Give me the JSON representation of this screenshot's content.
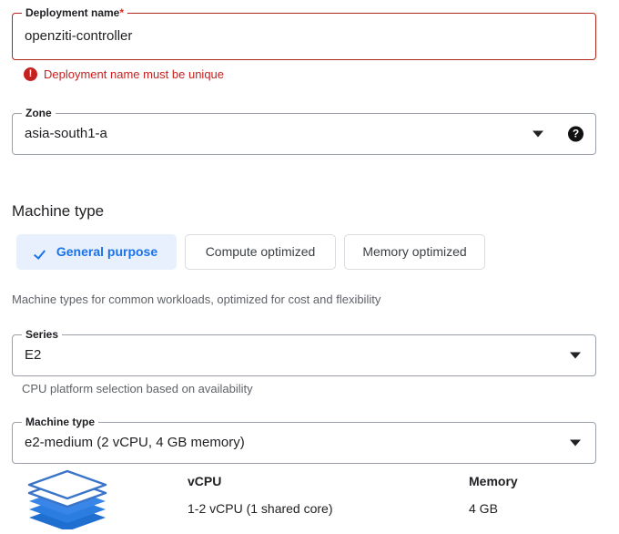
{
  "deployment_name_field": {
    "label": "Deployment name",
    "required_marker": "*",
    "value": "openziti-controller",
    "state": "error"
  },
  "deployment_name_error": {
    "icon": "error-icon",
    "glyph": "!",
    "message": "Deployment name must be unique",
    "color": "#c5221f"
  },
  "zone_field": {
    "label": "Zone",
    "value": "asia-south1-a",
    "dropdown_icon": "chevron-down-icon",
    "help_icon": "help-icon",
    "help_glyph": "?"
  },
  "machine_type_section": {
    "title": "Machine type",
    "tabs": [
      {
        "label": "General purpose",
        "selected": true,
        "check_icon": "check-icon"
      },
      {
        "label": "Compute optimized",
        "selected": false
      },
      {
        "label": "Memory optimized",
        "selected": false
      }
    ],
    "tabs_helper": "Machine types for common workloads, optimized for cost and flexibility",
    "selected_accent": "#1a73e8",
    "selected_background": "#e8f0fe"
  },
  "series_field": {
    "label": "Series",
    "value": "E2",
    "dropdown_icon": "chevron-down-icon",
    "helper": "CPU platform selection based on availability"
  },
  "machine_type_field": {
    "label": "Machine type",
    "value": "e2-medium (2 vCPU, 4 GB memory)",
    "dropdown_icon": "chevron-down-icon"
  },
  "machine_specs": {
    "icon": "stacked-layers-icon",
    "icon_color": "#4285f4",
    "columns": [
      {
        "header": "vCPU",
        "value": "1-2 vCPU (1 shared core)"
      },
      {
        "header": "Memory",
        "value": "4 GB"
      }
    ]
  }
}
